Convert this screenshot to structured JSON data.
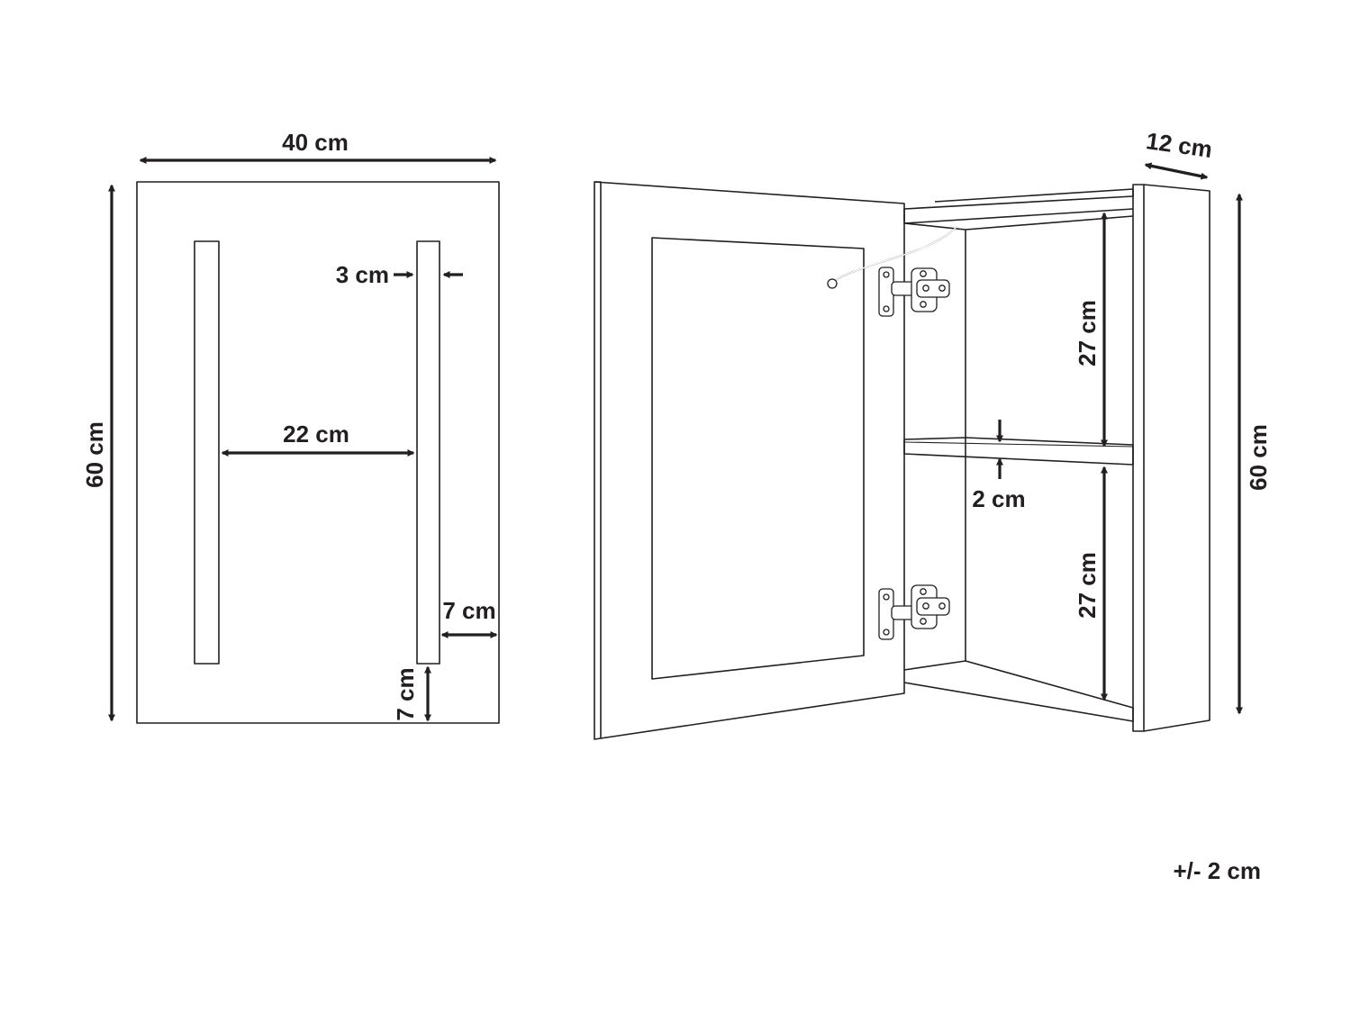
{
  "front_view": {
    "width_label": "40 cm",
    "height_label": "60 cm",
    "strip_width_label": "3 cm",
    "gap_label": "22 cm",
    "side_margin_label": "7 cm",
    "bottom_margin_label": "7 cm"
  },
  "open_view": {
    "depth_label": "12 cm",
    "height_label": "60 cm",
    "upper_shelf_label": "27 cm",
    "lower_shelf_label": "27 cm",
    "shelf_thickness_label": "2 cm"
  },
  "tolerance_label": "+/- 2 cm"
}
